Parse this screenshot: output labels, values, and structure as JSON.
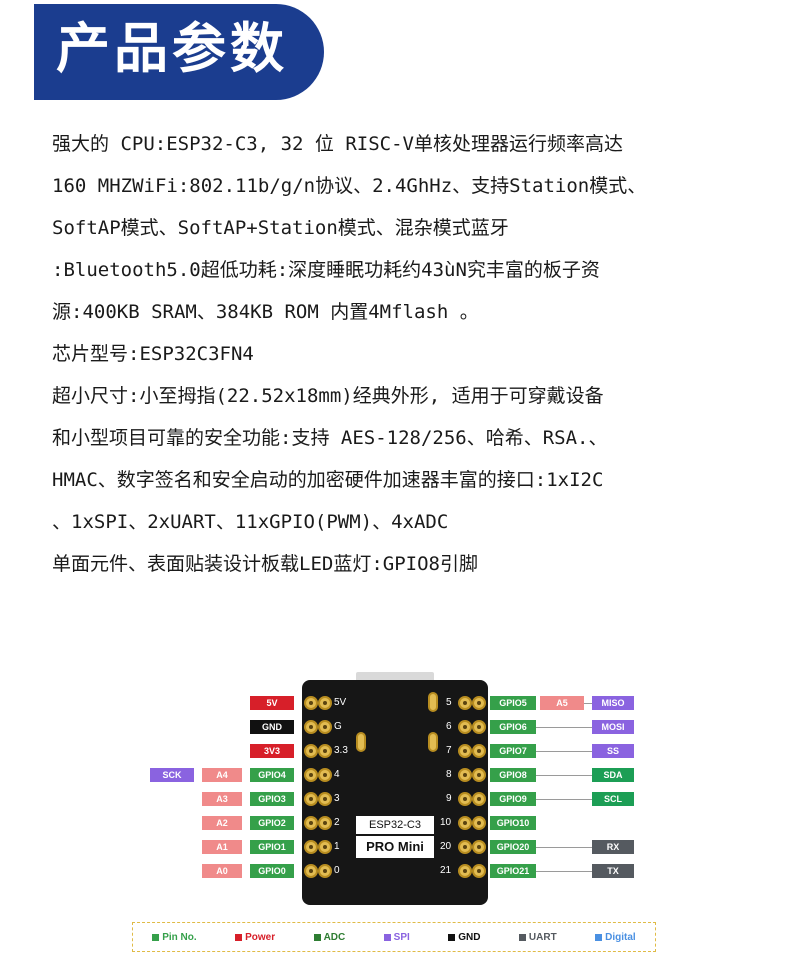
{
  "header": {
    "title": "产品参数"
  },
  "specs": {
    "lines": [
      "强大的 CPU:ESP32-C3, 32 位 RISC-V单核处理器运行频率高达",
      "160 MHZWiFi:802.11b/g/n协议、2.4GhHz、支持Station模式、",
      "SoftAP模式、SoftAP+Station模式、混杂模式蓝牙",
      ":Bluetooth5.0超低功耗:深度睡眠功耗约43ùN究丰富的板子资",
      "源:400KB SRAM、384KB ROM 内置4Mflash 。",
      "芯片型号:ESP32C3FN4",
      "超小尺寸:小至拇指(22.52x18mm)经典外形, 适用于可穿戴设备",
      "和小型项目可靠的安全功能:支持 AES-128/256、哈希、RSA.、",
      "HMAC、数字签名和安全启动的加密硬件加速器丰富的接口:1xI2C",
      "、1xSPI、2xUART、11xGPIO(PWM)、4xADC",
      "单面元件、表面贴装设计板载LED蓝灯:GPIO8引脚"
    ]
  },
  "board": {
    "chip_label": "ESP32-C3",
    "chip_sub": "PRO Mini",
    "left_pins": [
      {
        "num": "5V",
        "tags": [
          "",
          "5V"
        ]
      },
      {
        "num": "G",
        "tags": [
          "",
          "GND"
        ]
      },
      {
        "num": "3.3",
        "tags": [
          "",
          "3V3"
        ]
      },
      {
        "num": "4",
        "tags": [
          "SCK",
          "A4",
          "GPIO4"
        ]
      },
      {
        "num": "3",
        "tags": [
          "A3",
          "GPIO3"
        ]
      },
      {
        "num": "2",
        "tags": [
          "A2",
          "GPIO2"
        ]
      },
      {
        "num": "1",
        "tags": [
          "A1",
          "GPIO1"
        ]
      },
      {
        "num": "0",
        "tags": [
          "A0",
          "GPIO0"
        ]
      }
    ],
    "right_pins": [
      {
        "num": "5",
        "tags": [
          "GPIO5",
          "A5",
          "MISO"
        ]
      },
      {
        "num": "6",
        "tags": [
          "GPIO6",
          "MOSI"
        ]
      },
      {
        "num": "7",
        "tags": [
          "GPIO7",
          "SS"
        ]
      },
      {
        "num": "8",
        "tags": [
          "GPIO8",
          "SDA"
        ]
      },
      {
        "num": "9",
        "tags": [
          "GPIO9",
          "SCL"
        ]
      },
      {
        "num": "10",
        "tags": [
          "GPIO10"
        ]
      },
      {
        "num": "20",
        "tags": [
          "GPIO20",
          "RX"
        ]
      },
      {
        "num": "21",
        "tags": [
          "GPIO21",
          "TX"
        ]
      }
    ]
  },
  "legend": [
    {
      "label": "Pin No.",
      "color": "#35a04a"
    },
    {
      "label": "Power",
      "color": "#d71f29"
    },
    {
      "label": "ADC",
      "color": "#2e7d32"
    },
    {
      "label": "SPI",
      "color": "#8a63e0"
    },
    {
      "label": "GND",
      "color": "#111111"
    },
    {
      "label": "UART",
      "color": "#555a60"
    },
    {
      "label": "Digital",
      "color": "#4a90e2"
    }
  ]
}
